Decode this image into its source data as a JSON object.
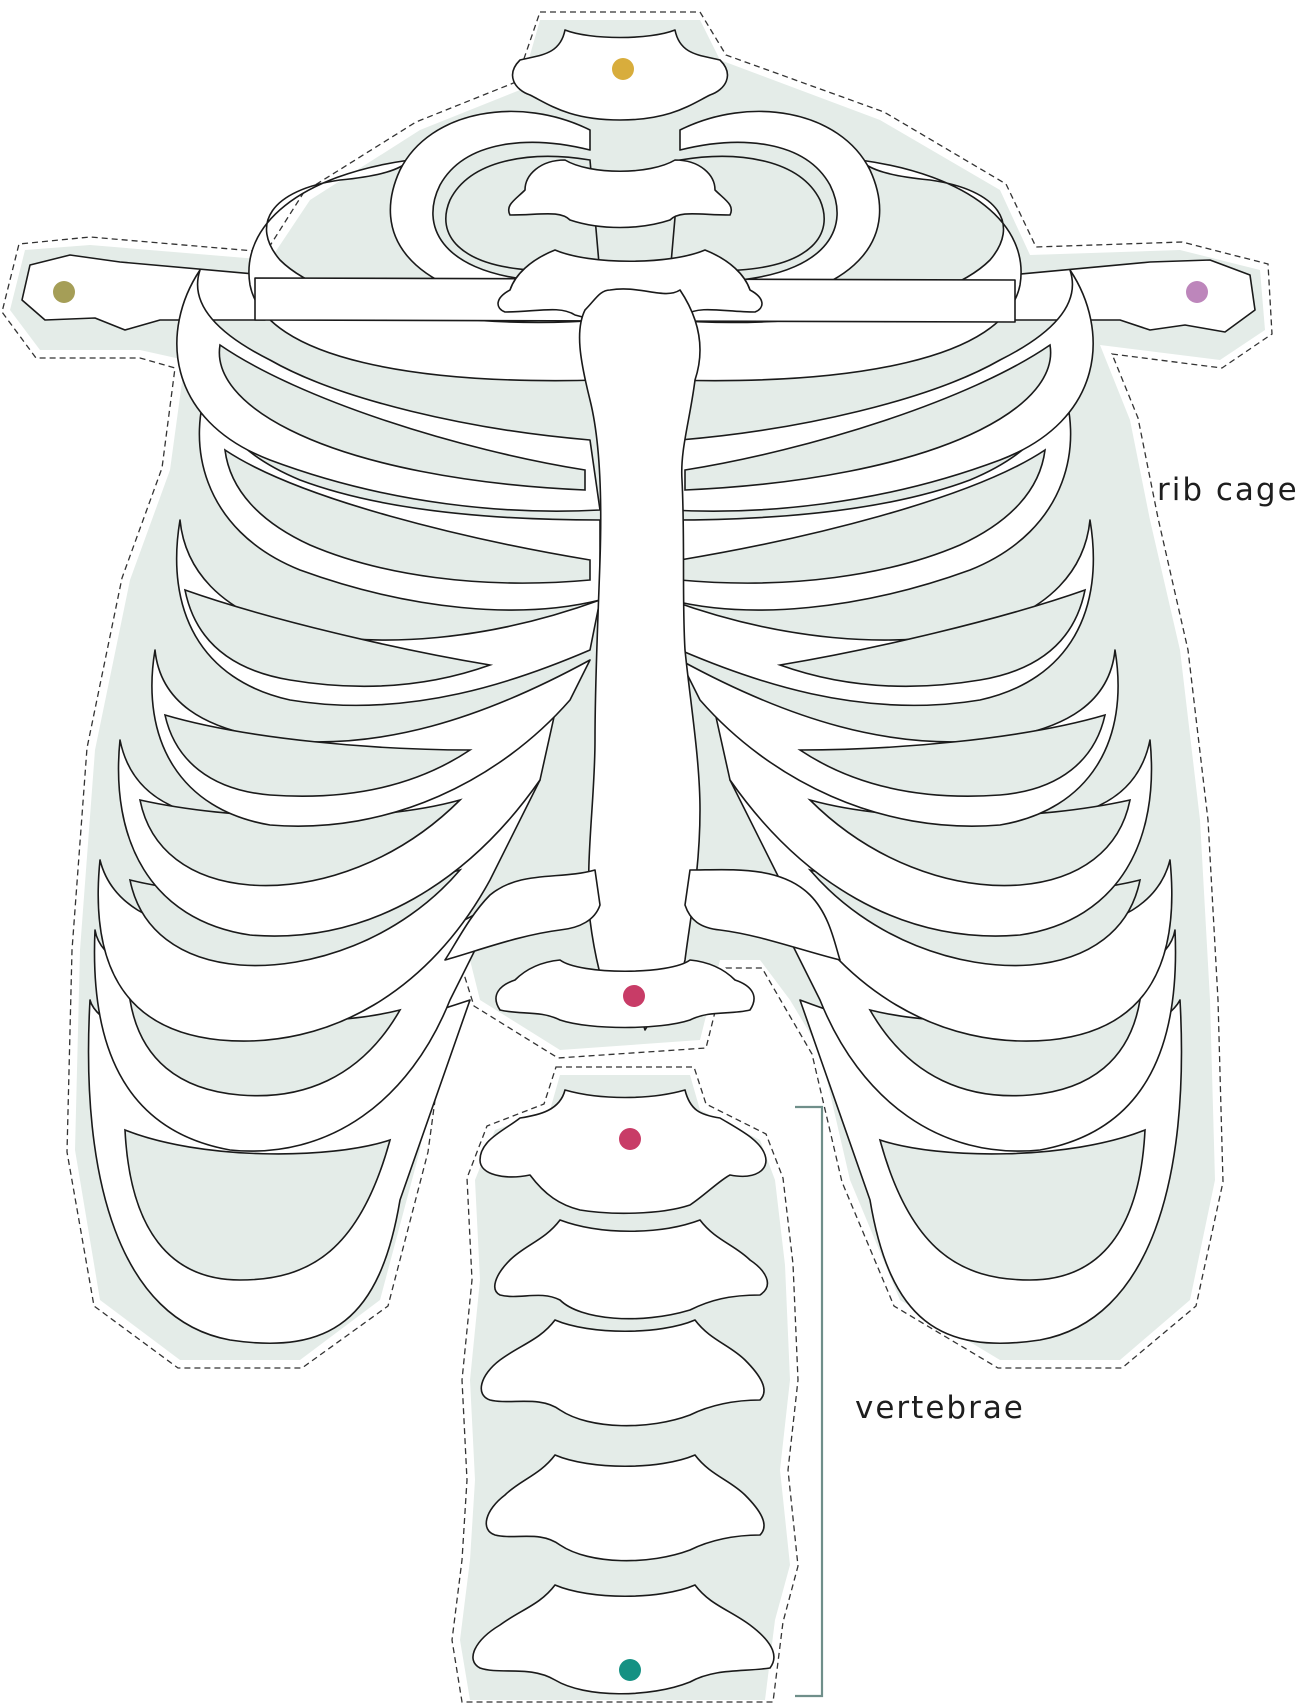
{
  "labels": {
    "rib_cage": "rib cage",
    "vertebrae": "vertebrae"
  },
  "colors": {
    "panel": "#e4ece8",
    "outline": "#1a1a1a",
    "bracket": "#6f8f8a",
    "dot_neck": "#d8ad3c",
    "dot_left_clavicle": "#a59e57",
    "dot_right_clavicle": "#bd86bb",
    "dot_sternum": "#c83c67",
    "dot_vertebra_top": "#c83c67",
    "dot_vertebra_bottom": "#159183"
  },
  "markers": [
    {
      "name": "neck-vertebra-dot",
      "color_key": "dot_neck"
    },
    {
      "name": "left-clavicle-dot",
      "color_key": "dot_left_clavicle"
    },
    {
      "name": "right-clavicle-dot",
      "color_key": "dot_right_clavicle"
    },
    {
      "name": "sternum-dot",
      "color_key": "dot_sternum"
    },
    {
      "name": "vertebra-top-dot",
      "color_key": "dot_vertebra_top"
    },
    {
      "name": "vertebra-bottom-dot",
      "color_key": "dot_vertebra_bottom"
    }
  ]
}
